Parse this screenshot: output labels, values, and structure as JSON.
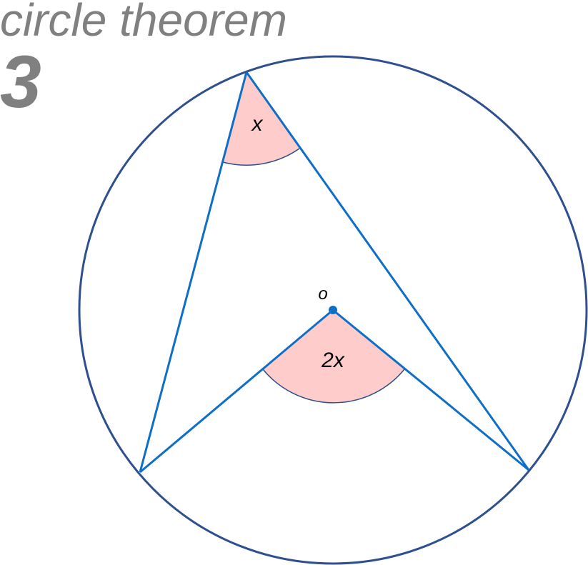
{
  "header": {
    "title": "circle theorem",
    "number": "3"
  },
  "diagram": {
    "center_label": "o",
    "inscribed_angle_label": "x",
    "central_angle_label": "2x"
  },
  "colors": {
    "title": "#808080",
    "circle": "#2f4f8f",
    "chord": "#0f6fc6",
    "angle_fill": "#ffcccc",
    "angle_arc": "#2f4f8f",
    "center_dot": "#0f6fc6",
    "label": "#000000"
  }
}
